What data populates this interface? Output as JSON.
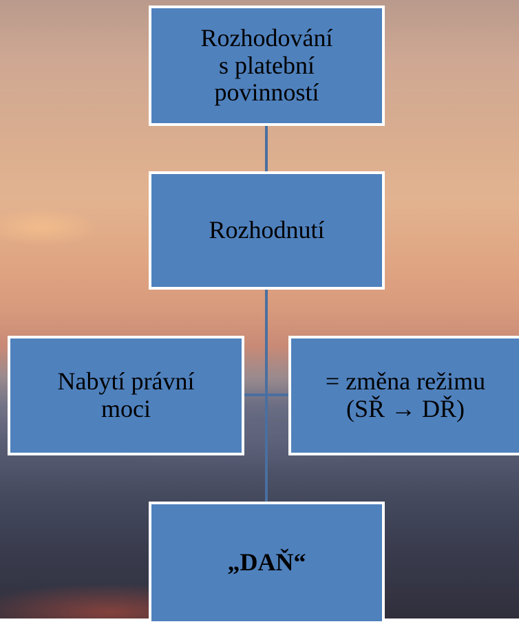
{
  "diagram": {
    "nodes": [
      {
        "id": "decision-process",
        "text": "Rozhodování\ns platební\npovinností"
      },
      {
        "id": "decision",
        "text": "Rozhodnutí"
      },
      {
        "id": "legal-force",
        "text": "Nabytí právní\nmoci"
      },
      {
        "id": "regime-change",
        "text": "= změna režimu\n(SŘ → DŘ)"
      },
      {
        "id": "tax",
        "text": "„DAŇ“"
      }
    ],
    "edges": [
      {
        "from": "decision-process",
        "to": "decision"
      },
      {
        "from": "decision",
        "to": "legal-force"
      },
      {
        "from": "decision",
        "to": "regime-change"
      },
      {
        "from": "decision",
        "to": "tax"
      }
    ],
    "colors": {
      "node_fill": "#4f81bd",
      "node_border": "#ffffff",
      "connector": "#4a6fa0",
      "text": "#000000"
    }
  }
}
